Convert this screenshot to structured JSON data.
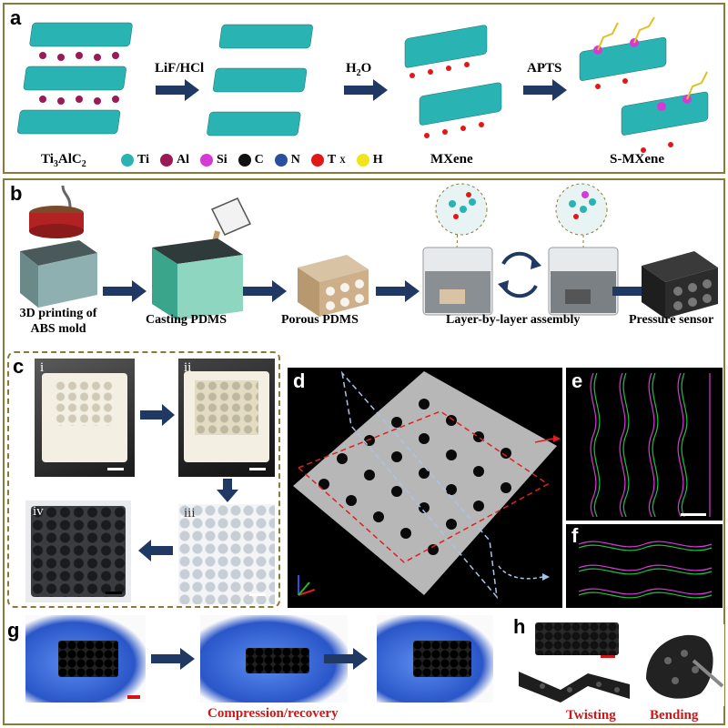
{
  "panel_a": {
    "label": "a",
    "step1": "LiF/HCl",
    "step2": "H",
    "step2_sub": "2",
    "step2_tail": "O",
    "step3": "APTS",
    "material_start": "Ti",
    "material_start_sub1": "3",
    "material_start_mid": "AlC",
    "material_start_sub2": "2",
    "material_mxene": "MXene",
    "material_smxene": "S-MXene",
    "legend": [
      {
        "label": "Ti",
        "color": "#2ab3b3"
      },
      {
        "label": "Al",
        "color": "#9a1a55"
      },
      {
        "label": "Si",
        "color": "#d63ad6"
      },
      {
        "label": "C",
        "color": "#111111"
      },
      {
        "label": "N",
        "color": "#2a4f9e"
      },
      {
        "label": "T",
        "sub": "X",
        "color": "#e01818"
      },
      {
        "label": "H",
        "color": "#f2e41a"
      }
    ]
  },
  "panel_b": {
    "label": "b",
    "steps": [
      "3D printing of",
      "ABS mold",
      "Casting PDMS",
      "Porous PDMS",
      "Layer-by-layer assembly",
      "Pressure sensor"
    ]
  },
  "panel_c": {
    "label": "c",
    "subpanels": [
      "i",
      "ii",
      "iii",
      "iv"
    ]
  },
  "panel_d": {
    "label": "d"
  },
  "panel_e": {
    "label": "e"
  },
  "panel_f": {
    "label": "f"
  },
  "panel_g": {
    "label": "g",
    "caption": "Compression/recovery"
  },
  "panel_h": {
    "label": "h",
    "caption_twist": "Twisting",
    "caption_bend": "Bending"
  },
  "colors": {
    "frame": "#8a7a3a",
    "arrow": "#1f3864",
    "red_caption": "#d21414"
  }
}
